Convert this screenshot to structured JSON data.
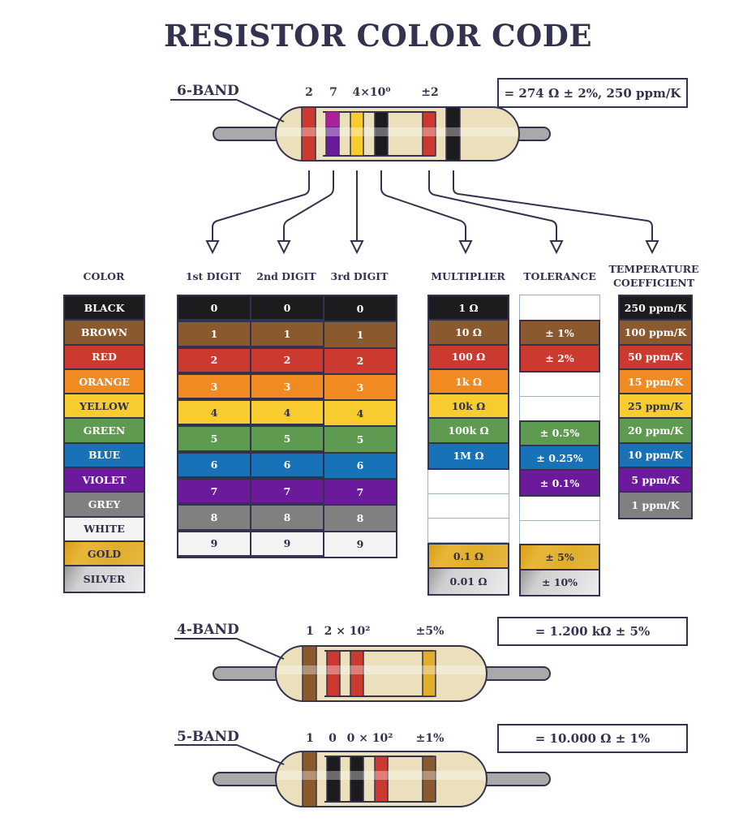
{
  "title": "RESISTOR COLOR CODE",
  "colors": {
    "ink": "#33334f",
    "black": "#1c1c1e",
    "brown": "#8a5a2e",
    "red": "#cc3a2f",
    "orange": "#f18a21",
    "yellow": "#f8cb2e",
    "green": "#5e9a4f",
    "blue": "#1872b8",
    "violet": "#6a1a9a",
    "grey": "#808080",
    "white": "#f2f2f2",
    "gold": "#e0ad2c",
    "silver": "#c8c8c8",
    "body": "#ece0bc",
    "lead": "#a9a9a9"
  },
  "six_band": {
    "label": "6-BAND",
    "digits": [
      "2",
      "7",
      "4×10⁰",
      "±2"
    ],
    "result": "= 274 Ω ± 2%, 250 ppm/K"
  },
  "four_band": {
    "label": "4-BAND",
    "digits": [
      "1",
      "2 × 10²",
      "±5%"
    ],
    "result": "= 1.200 kΩ ± 5%"
  },
  "five_band": {
    "label": "5-BAND",
    "digits": [
      "1",
      "0",
      "0 × 10²",
      "±1%"
    ],
    "result": "= 10.000 Ω ± 1%"
  },
  "headers": {
    "color": "COLOR",
    "digit1": "1st DIGIT",
    "digit2": "2nd DIGIT",
    "digit3": "3rd DIGIT",
    "multiplier": "MULTIPLIER",
    "tolerance": "TOLERANCE",
    "tempco_line1": "TEMPERATURE",
    "tempco_line2": "COEFFICIENT"
  },
  "rows": [
    {
      "color": "BLACK",
      "digit": "0",
      "multiplier": "1 Ω",
      "tolerance": "",
      "tempco": "250 ppm/K"
    },
    {
      "color": "BROWN",
      "digit": "1",
      "multiplier": "10 Ω",
      "tolerance": "± 1%",
      "tempco": "100 ppm/K"
    },
    {
      "color": "RED",
      "digit": "2",
      "multiplier": "100 Ω",
      "tolerance": "± 2%",
      "tempco": "50 ppm/K"
    },
    {
      "color": "ORANGE",
      "digit": "3",
      "multiplier": "1k Ω",
      "tolerance": "",
      "tempco": "15 ppm/K"
    },
    {
      "color": "YELLOW",
      "digit": "4",
      "multiplier": "10k Ω",
      "tolerance": "",
      "tempco": "25 ppm/K"
    },
    {
      "color": "GREEN",
      "digit": "5",
      "multiplier": "100k Ω",
      "tolerance": "± 0.5%",
      "tempco": "20 ppm/K"
    },
    {
      "color": "BLUE",
      "digit": "6",
      "multiplier": "1M Ω",
      "tolerance": "± 0.25%",
      "tempco": "10 ppm/K"
    },
    {
      "color": "VIOLET",
      "digit": "7",
      "multiplier": "",
      "tolerance": "± 0.1%",
      "tempco": "5 ppm/K"
    },
    {
      "color": "GREY",
      "digit": "8",
      "multiplier": "",
      "tolerance": "",
      "tempco": "1 ppm/K"
    },
    {
      "color": "WHITE",
      "digit": "9",
      "multiplier": "",
      "tolerance": "",
      "tempco": ""
    },
    {
      "color": "GOLD",
      "digit": "",
      "multiplier": "0.1 Ω",
      "tolerance": "± 5%",
      "tempco": ""
    },
    {
      "color": "SILVER",
      "digit": "",
      "multiplier": "0.01 Ω",
      "tolerance": "± 10%",
      "tempco": ""
    }
  ]
}
